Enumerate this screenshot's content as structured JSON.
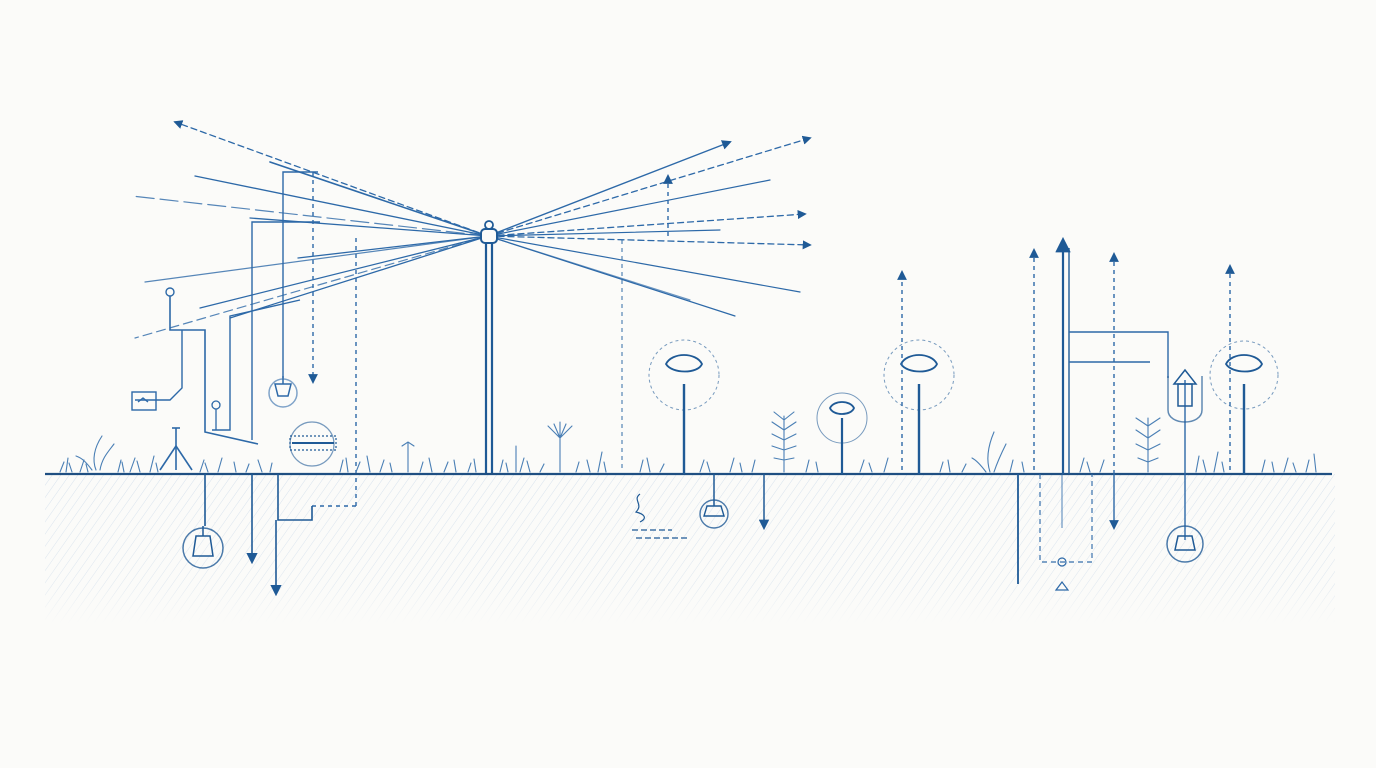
{
  "colors": {
    "background": "#fbfbf9",
    "ink": "#1f5a96",
    "ink_light": "#7fa6cf",
    "soil_hatch": "#b9cde3"
  },
  "icons": {
    "central_sprinkler": "pop-up-rotor-sprinkler",
    "spray_heads": "spray-head-sprinkler",
    "buried_valves": "valve-fitting",
    "arrows": "flow-direction-arrow",
    "plants": "grass-and-fern"
  }
}
